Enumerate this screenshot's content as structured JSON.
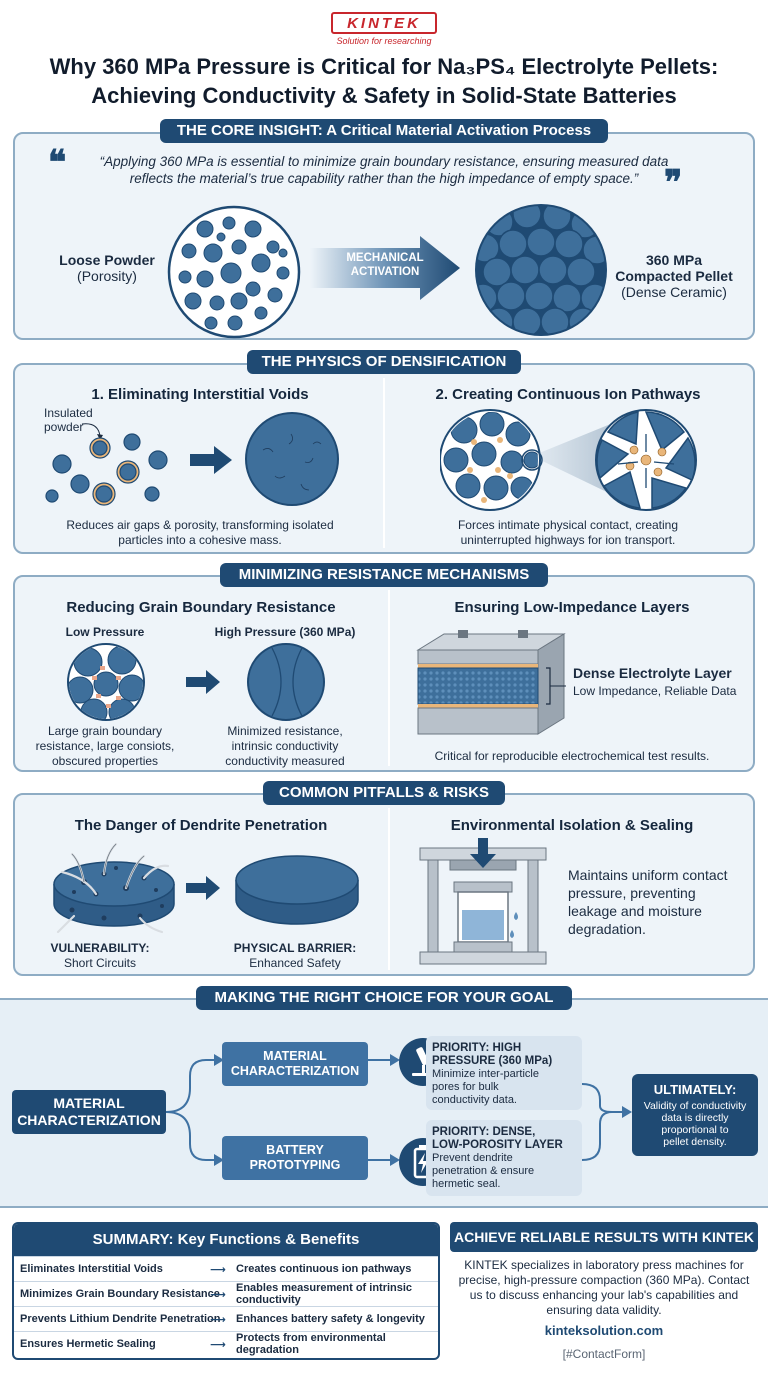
{
  "brand": {
    "logo": "KINTEK",
    "tagline": "Solution for researching"
  },
  "title": {
    "line1": "Why 360 MPa Pressure is Critical for Na₃PS₄ Electrolyte Pellets:",
    "line2": "Achieving Conductivity & Safety in Solid-State Batteries"
  },
  "core": {
    "heading": "THE CORE INSIGHT: A Critical Material Activation Process",
    "quote_line1": "“Applying 360 MPa is essential to minimize grain boundary resistance, ensuring measured data",
    "quote_line2": "reflects the material’s true capability rather than the high impedance of empty space.”",
    "left_label": "Loose Powder",
    "left_sub": "(Porosity)",
    "arrow_line1": "MECHANICAL",
    "arrow_line2": "ACTIVATION",
    "right_label1": "360 MPa",
    "right_label2": "Compacted Pellet",
    "right_sub": "(Dense Ceramic)"
  },
  "physics": {
    "heading": "THE PHYSICS OF DENSIFICATION",
    "left_title": "1. Eliminating Interstitial Voids",
    "insulated_line1": "Insulated",
    "insulated_line2": "powder",
    "left_cap1": "Reduces air gaps & porosity, transforming isolated",
    "left_cap2": "particles into a cohesive mass.",
    "right_title": "2. Creating Continuous Ion Pathways",
    "right_cap1": "Forces intimate physical contact, creating",
    "right_cap2": "uninterrupted highways for ion transport."
  },
  "resistance": {
    "heading": "MINIMIZING RESISTANCE MECHANISMS",
    "left_title": "Reducing Grain Boundary Resistance",
    "low_label": "Low Pressure",
    "high_label": "High Pressure (360 MPa)",
    "low_cap1": "Large grain boundary",
    "low_cap2": "resistance, large consiots,",
    "low_cap3": "obscured properties",
    "high_cap1": "Minimized resistance,",
    "high_cap2": "intrinsic conductivity",
    "high_cap3": "conductivity measured",
    "right_title": "Ensuring Low-Impedance Layers",
    "layer_label": "Dense Electrolyte Layer",
    "layer_sub": "Low Impedance, Reliable Data",
    "right_cap": "Critical for reproducible electrochemical test results."
  },
  "pitfalls": {
    "heading": "COMMON PITFALLS & RISKS",
    "left_title": "The Danger of Dendrite Penetration",
    "vuln_label": "VULNERABILITY:",
    "vuln_sub": "Short Circuits",
    "barrier_label": "PHYSICAL BARRIER:",
    "barrier_sub": "Enhanced Safety",
    "right_title": "Environmental Isolation & Sealing",
    "seal_line1": "Maintains uniform contact",
    "seal_line2": "pressure, preventing",
    "seal_line3": "leakage and moisture",
    "seal_line4": "degradation."
  },
  "choice": {
    "heading": "MAKING THE RIGHT CHOICE FOR YOUR GOAL",
    "start_line1": "MATERIAL",
    "start_line2": "CHARACTERIZATION",
    "branch1_line1": "MATERIAL",
    "branch1_line2": "CHARACTERIZATION",
    "branch2_line1": "BATTERY",
    "branch2_line2": "PROTOTYPING",
    "prio1_title1": "PRIORITY: HIGH",
    "prio1_title2": "PRESSURE (360 MPa)",
    "prio1_text1": "Minimize inter-particle",
    "prio1_text2": "pores for bulk",
    "prio1_text3": "conductivity data.",
    "prio2_title1": "PRIORITY: DENSE,",
    "prio2_title2": "LOW-POROSITY LAYER",
    "prio2_text1": "Prevent dendrite",
    "prio2_text2": "penetration & ensure",
    "prio2_text3": "hermetic seal.",
    "result_title": "ULTIMATELY:",
    "result_line1": "Validity of conductivity",
    "result_line2": "data is directly",
    "result_line3": "proportional to",
    "result_line4": "pellet density."
  },
  "summary": {
    "heading": "SUMMARY: Key Functions & Benefits",
    "rows": [
      {
        "func": "Eliminates Interstitial Voids",
        "benefit": "Creates continuous ion pathways"
      },
      {
        "func": "Minimizes Grain Boundary Resistance",
        "benefit": "Enables measurement of intrinsic conductivity"
      },
      {
        "func": "Prevents Lithium Dendrite Penetration",
        "benefit": "Enhances battery safety & longevity"
      },
      {
        "func": "Ensures Hermetic Sealing",
        "benefit": "Protects from environmental degradation"
      }
    ]
  },
  "cta": {
    "heading": "ACHIEVE RELIABLE RESULTS WITH KINTEK",
    "line1": "KINTEK specializes in laboratory press machines for",
    "line2": "precise, high-pressure compaction (360 MPa). Contact",
    "line3": "us to discuss enhancing your lab's capabilities and",
    "line4": "ensuring data validity.",
    "link": "kinteksolution.com",
    "form": "[#ContactForm]"
  },
  "colors": {
    "navy": "#1f4a73",
    "particle": "#3e6f9b",
    "panel": "#eef4f9",
    "border": "#8eacc4",
    "brand_red": "#c8262c"
  }
}
